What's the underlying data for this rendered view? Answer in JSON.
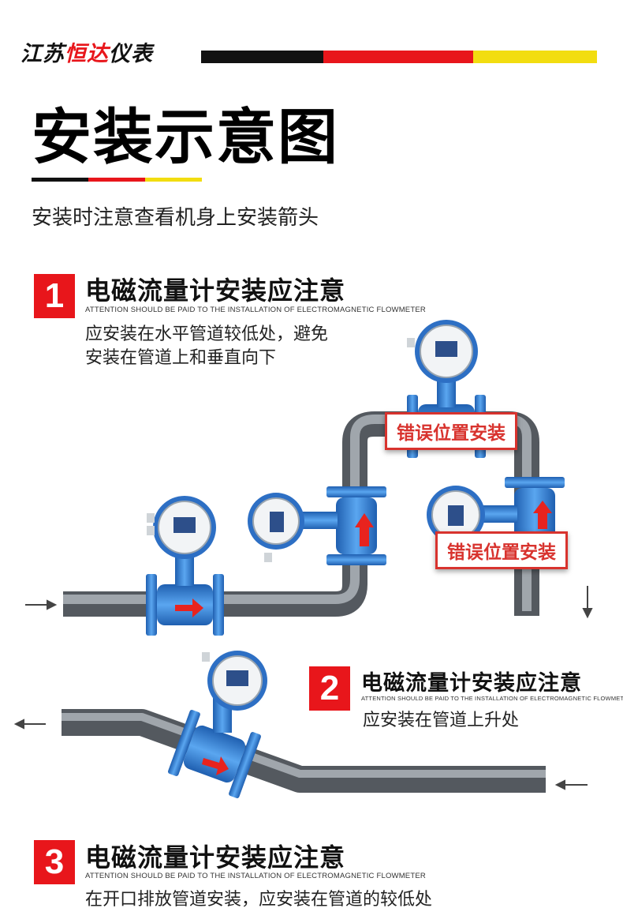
{
  "header": {
    "brand_part1": "江苏",
    "brand_highlight": "恒达",
    "brand_part2": "仪表",
    "title": "安装示意图",
    "subtitle": "安装时注意查看机身上安装箭头"
  },
  "colors": {
    "accent_red": "#e8161b",
    "accent_yellow": "#f2dd10",
    "black": "#111111",
    "pipe": "#7d8288",
    "meter_blue": "#3d86d8"
  },
  "sections": [
    {
      "number": "1",
      "title": "电磁流量计安装应注意",
      "title_en": "ATTENTION SHOULD BE PAID TO THE INSTALLATION OF ELECTROMAGNETIC FLOWMETER",
      "desc_line1": "应安装在水平管道较低处，避免",
      "desc_line2": "安装在管道上和垂直向下"
    },
    {
      "number": "2",
      "title": "电磁流量计安装应注意",
      "title_en": "ATTENTION SHOULD BE PAID TO THE INSTALLATION OF ELECTROMAGNETIC FLOWMETER",
      "desc_line1": "应安装在管道上升处"
    },
    {
      "number": "3",
      "title": "电磁流量计安装应注意",
      "title_en": "ATTENTION SHOULD BE PAID TO THE INSTALLATION OF ELECTROMAGNETIC FLOWMETER",
      "desc_line1": "在开口排放管道安装，应安装在管道的较低处"
    }
  ],
  "warnings": {
    "label_top": "错误位置安装",
    "label_right": "错误位置安装"
  }
}
